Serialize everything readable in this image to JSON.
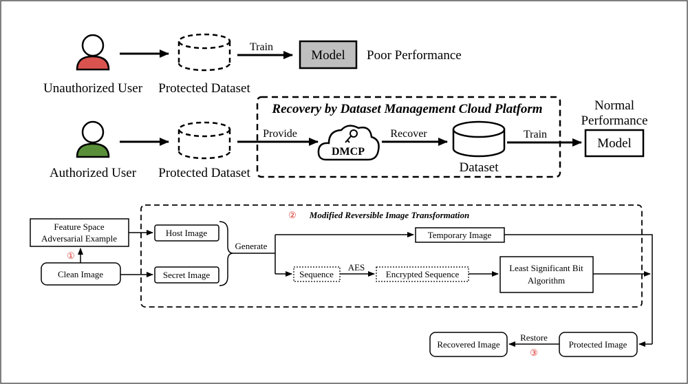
{
  "top": {
    "unauthorized_user": "Unauthorized User",
    "protected_dataset_1": "Protected Dataset",
    "train_1": "Train",
    "model_1": "Model",
    "poor_performance": "Poor Performance",
    "authorized_user": "Authorized User",
    "protected_dataset_2": "Protected Dataset",
    "platform_title": "Recovery by Dataset Management Cloud Platform",
    "provide": "Provide",
    "dmcp": "DMCP",
    "recover": "Recover",
    "dataset": "Dataset",
    "train_2": "Train",
    "normal_performance_1": "Normal",
    "normal_performance_2": "Performance",
    "model_2": "Model"
  },
  "bottom": {
    "transformation_title": "Modified Reversible Image Transformation",
    "feature_space_1": "Feature Space",
    "feature_space_2": "Adversarial Example",
    "clean_image": "Clean Image",
    "host_image": "Host Image",
    "secret_image": "Secret Image",
    "generate": "Generate",
    "temporary_image": "Temporary Image",
    "sequence": "Sequence",
    "aes": "AES",
    "encrypted_sequence": "Encrypted Sequence",
    "lsb_1": "Least Significant Bit",
    "lsb_2": "Algorithm",
    "protected_image": "Protected Image",
    "restore": "Restore",
    "recovered_image": "Recovered Image",
    "step_1": "①",
    "step_2": "②",
    "step_3": "③"
  },
  "colors": {
    "unauthorized_user": "#d9534f",
    "authorized_user": "#5a8f3a",
    "model_fill": "#bfbfbf",
    "step_marker": "#d9302c"
  }
}
